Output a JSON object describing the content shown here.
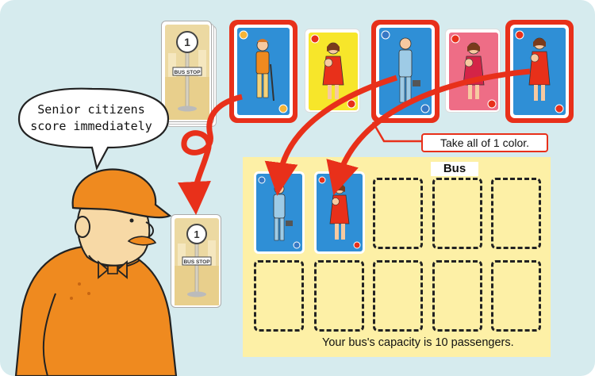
{
  "speech_bubble": {
    "line1": "Senior citizens",
    "line2": "score immediately"
  },
  "callout_label": "Take all of 1 color.",
  "bus_area": {
    "title": "Bus",
    "capacity_text": "Your bus's capacity is 10 passengers.",
    "total_slots": 10,
    "filled_slots": 2
  },
  "deck_card": {
    "sign_text": "BUS STOP",
    "sign_number": "1"
  },
  "market_cards": [
    {
      "name": "senior-man",
      "color": "blue",
      "highlighted": true
    },
    {
      "name": "mother-child",
      "color": "yellow",
      "highlighted": false
    },
    {
      "name": "businessman",
      "color": "blue",
      "highlighted": true
    },
    {
      "name": "mother-child",
      "color": "pink",
      "highlighted": false
    },
    {
      "name": "mother-child",
      "color": "blue",
      "highlighted": true
    }
  ],
  "colors": {
    "background": "#d6ebee",
    "card_blue": "#2f8fd6",
    "card_yellow": "#f7e62a",
    "card_pink": "#ee6d86",
    "highlight_red": "#e8301a",
    "bus_area": "#fdf0a6",
    "character_orange": "#ef8a1f"
  }
}
